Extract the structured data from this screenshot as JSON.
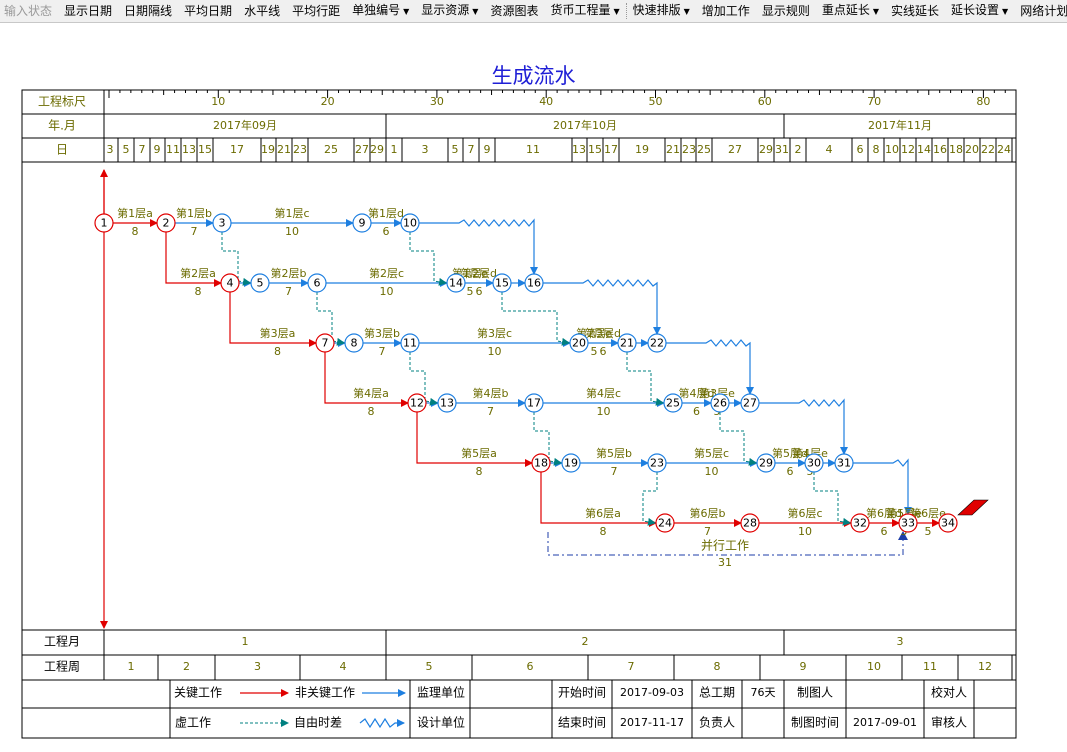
{
  "toolbar": [
    {
      "label": "输入状态",
      "disabled": true,
      "dropdown": false
    },
    {
      "label": "显示日期",
      "dropdown": false
    },
    {
      "label": "日期隔线",
      "dropdown": false
    },
    {
      "label": "平均日期",
      "dropdown": false
    },
    {
      "label": "水平线",
      "dropdown": false
    },
    {
      "label": "平均行距",
      "dropdown": false
    },
    {
      "label": "单独编号",
      "dropdown": true
    },
    {
      "label": "显示资源",
      "dropdown": true
    },
    {
      "label": "资源图表",
      "dropdown": false
    },
    {
      "label": "货币工程量",
      "dropdown": true
    },
    {
      "label": "快速排版",
      "dropdown": true,
      "grip": true
    },
    {
      "label": "增加工作",
      "dropdown": false
    },
    {
      "label": "显示规则",
      "dropdown": false
    },
    {
      "label": "重点延长",
      "dropdown": true
    },
    {
      "label": "实线延长",
      "dropdown": false
    },
    {
      "label": "延长设置",
      "dropdown": true
    },
    {
      "label": "网络计划",
      "dropdown": false
    }
  ],
  "title": "生成流水",
  "header": {
    "ruler_label": "工程标尺",
    "month_label": "年.月",
    "day_label": "日",
    "ruler_ticks": [
      "10",
      "20",
      "30",
      "40",
      "50",
      "60",
      "70",
      "80"
    ],
    "months": [
      "2017年09月",
      "2017年10月",
      "2017年11月"
    ],
    "days": [
      "3",
      "5",
      "7",
      "9",
      "11",
      "13",
      "15",
      "17",
      "19",
      "21",
      "23",
      "25",
      "27",
      "29",
      "1",
      "3",
      "5",
      "7",
      "9",
      "11",
      "13",
      "15",
      "17",
      "19",
      "21",
      "23",
      "25",
      "27",
      "29",
      "31",
      "2",
      "4",
      "6",
      "8",
      "10",
      "12",
      "14",
      "16",
      "18",
      "20",
      "22",
      "24"
    ]
  },
  "footer": {
    "project_month_label": "工程月",
    "project_week_label": "工程周",
    "project_months": [
      "1",
      "2",
      "3"
    ],
    "project_weeks": [
      "1",
      "2",
      "3",
      "4",
      "5",
      "6",
      "7",
      "8",
      "9",
      "10",
      "11",
      "12"
    ]
  },
  "nodes": [
    "1",
    "2",
    "3",
    "4",
    "5",
    "6",
    "7",
    "8",
    "9",
    "10",
    "11",
    "12",
    "13",
    "14",
    "15",
    "16",
    "17",
    "18",
    "19",
    "20",
    "21",
    "22",
    "23",
    "24",
    "25",
    "26",
    "27",
    "28",
    "29",
    "30",
    "31",
    "32",
    "33",
    "34"
  ],
  "tasks": [
    {
      "name": "第1层a",
      "duration": "8"
    },
    {
      "name": "第1层b",
      "duration": "7"
    },
    {
      "name": "第1层c",
      "duration": "10"
    },
    {
      "name": "第1层d",
      "duration": "6"
    },
    {
      "name": "第1层e",
      "duration": "5"
    },
    {
      "name": "第2层a",
      "duration": "8"
    },
    {
      "name": "第2层b",
      "duration": "7"
    },
    {
      "name": "第2层c",
      "duration": "10"
    },
    {
      "name": "第2层d",
      "duration": "6"
    },
    {
      "name": "第2层e",
      "duration": "5"
    },
    {
      "name": "第3层a",
      "duration": "8"
    },
    {
      "name": "第3层b",
      "duration": "7"
    },
    {
      "name": "第3层c",
      "duration": "10"
    },
    {
      "name": "第3层d",
      "duration": "6"
    },
    {
      "name": "第3层e",
      "duration": "5"
    },
    {
      "name": "第4层a",
      "duration": "8"
    },
    {
      "name": "第4层b",
      "duration": "7"
    },
    {
      "name": "第4层c",
      "duration": "10"
    },
    {
      "name": "第4层d",
      "duration": "6"
    },
    {
      "name": "第4层e",
      "duration": "5"
    },
    {
      "name": "第5层a",
      "duration": "8"
    },
    {
      "name": "第5层b",
      "duration": "7"
    },
    {
      "name": "第5层c",
      "duration": "10"
    },
    {
      "name": "第5层d",
      "duration": "6"
    },
    {
      "name": "第5层e",
      "duration": "5"
    },
    {
      "name": "第6层a",
      "duration": "8"
    },
    {
      "name": "第6层b",
      "duration": "7"
    },
    {
      "name": "第6层c",
      "duration": "10"
    },
    {
      "name": "第6层d",
      "duration": "6"
    },
    {
      "name": "第6层e",
      "duration": "5"
    }
  ],
  "parallel_work": {
    "name": "并行工作",
    "duration": "31"
  },
  "legend": {
    "critical": "关键工作",
    "noncritical": "非关键工作",
    "supervisor": "监理单位",
    "dummy": "虚工作",
    "free_float": "自由时差",
    "designer": "设计单位",
    "start_label": "开始时间",
    "start_value": "2017-09-03",
    "end_label": "结束时间",
    "end_value": "2017-11-17",
    "duration_label": "总工期",
    "duration_value": "76天",
    "owner_label": "负责人",
    "drafter_label": "制图人",
    "draw_time_label": "制图时间",
    "draw_time_value": "2017-09-01",
    "checker_label": "校对人",
    "reviewer_label": "审核人"
  },
  "colors": {
    "critical": "#e00000",
    "noncritical": "#1e7fe0",
    "dummy": "#008080",
    "grid": "#000000",
    "olive": "#6b6b00",
    "title": "#1f1fd6"
  }
}
